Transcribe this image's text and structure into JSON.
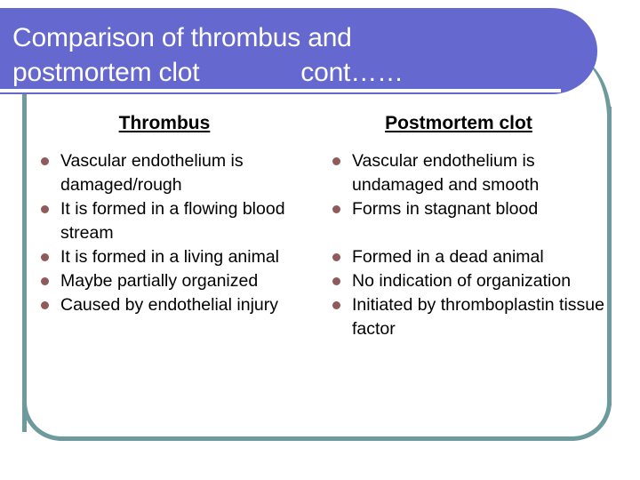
{
  "slide": {
    "title_line1": "Comparison of thrombus and",
    "title_line2": "postmortem clot              cont……",
    "banner_color": "#6568ce",
    "frame_color": "#6d9a9c",
    "bullet_color": "#90595a",
    "title_text_color": "#ffffff",
    "body_text_color": "#000000"
  },
  "columns": [
    {
      "heading": "Thrombus",
      "items": [
        {
          "text": "Vascular endothelium is damaged/rough",
          "gap_before": false
        },
        {
          "text": "It is formed in a flowing blood stream",
          "gap_before": false
        },
        {
          "text": "It is formed in a living animal",
          "gap_before": false
        },
        {
          "text": "Maybe partially organized",
          "gap_before": false
        },
        {
          "text": "Caused by endothelial injury",
          "gap_before": false
        }
      ]
    },
    {
      "heading": "Postmortem clot",
      "items": [
        {
          "text": "Vascular endothelium is undamaged and smooth",
          "gap_before": false
        },
        {
          "text": "Forms in stagnant blood",
          "gap_before": false
        },
        {
          "text": "Formed in a dead animal",
          "gap_before": true
        },
        {
          "text": "No indication of organization",
          "gap_before": false
        },
        {
          "text": "Initiated by thromboplastin tissue factor",
          "gap_before": false
        }
      ]
    }
  ]
}
